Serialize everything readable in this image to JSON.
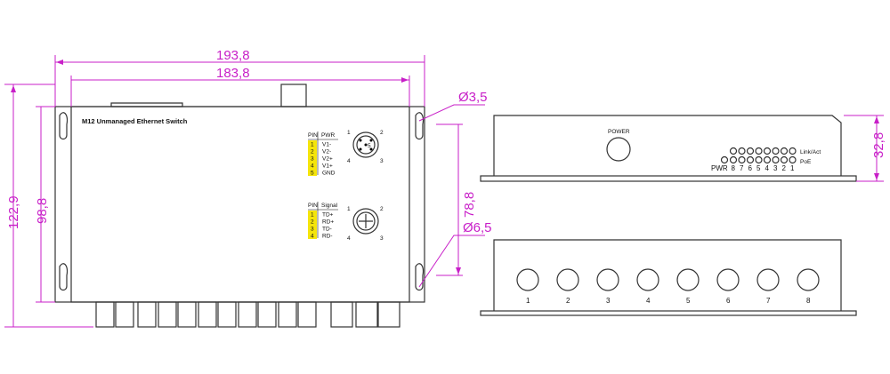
{
  "title": "M12 Unmanaged Ethernet Switch",
  "dimensions": {
    "overall_width": "193,8",
    "mount_width": "183,8",
    "overall_height": "122,9",
    "body_height": "98,8",
    "hole_spacing": "78,8",
    "small_hole": "Ø3,5",
    "large_hole": "Ø6,5",
    "front_height": "32,8"
  },
  "pwr_table": {
    "header": [
      "PIN",
      "PWR"
    ],
    "rows": [
      [
        "1",
        "V1-"
      ],
      [
        "2",
        "V2-"
      ],
      [
        "3",
        "V2+"
      ],
      [
        "4",
        "V1+"
      ],
      [
        "5",
        "GND"
      ]
    ]
  },
  "signal_table": {
    "header": [
      "PIN",
      "Signal"
    ],
    "rows": [
      [
        "1",
        "TD+"
      ],
      [
        "2",
        "RD+"
      ],
      [
        "3",
        "TD-"
      ],
      [
        "4",
        "RD-"
      ]
    ]
  },
  "connector_pins": {
    "n1": "1",
    "n2": "2",
    "n3": "3",
    "n4": "4",
    "center": "5"
  },
  "front": {
    "power_label": "POWER",
    "link_label": "Link/Act",
    "poe_label": "PoE",
    "led_labels": [
      "PWR",
      "8",
      "7",
      "6",
      "5",
      "4",
      "3",
      "2",
      "1"
    ]
  },
  "bottom": {
    "port_labels": [
      "1",
      "2",
      "3",
      "4",
      "5",
      "6",
      "7",
      "8"
    ]
  },
  "colors": {
    "dimension": "#c81fc8",
    "pin_highlight": "#f5e50a"
  }
}
